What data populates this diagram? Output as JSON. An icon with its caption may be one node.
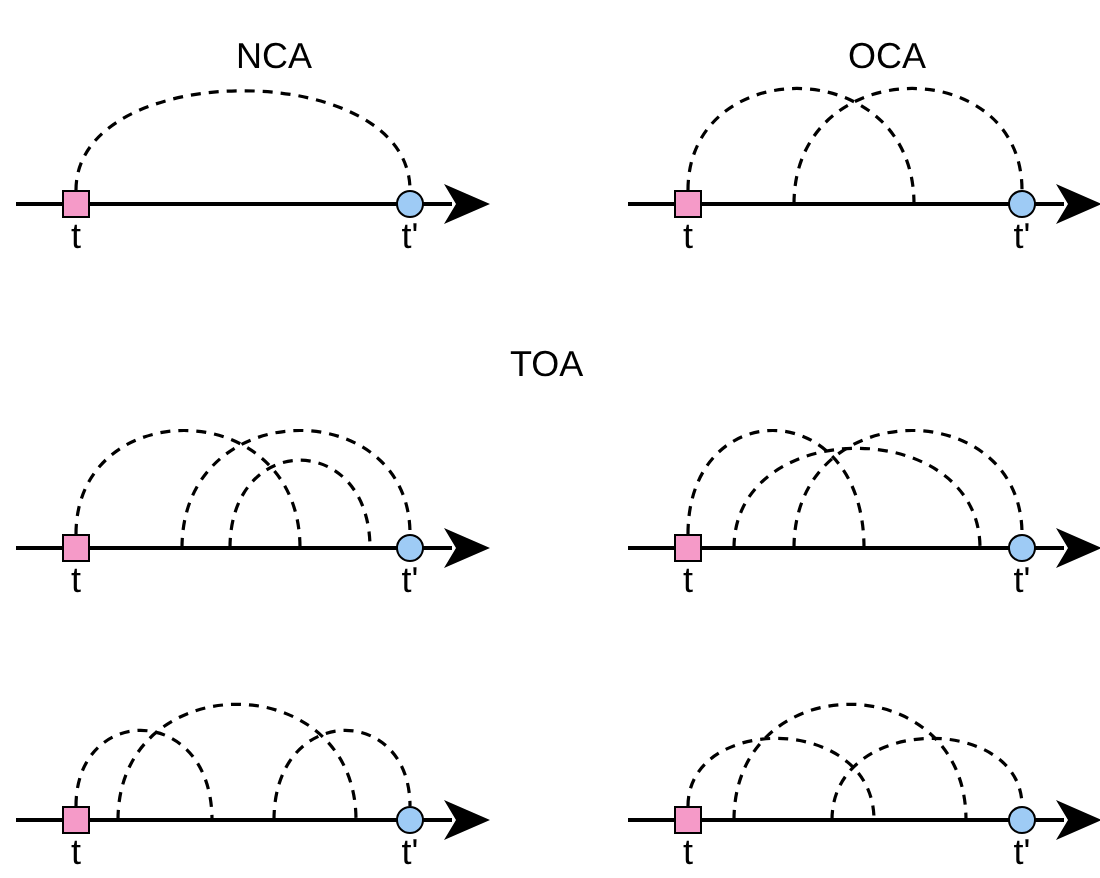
{
  "diagram": {
    "nodes": [
      {
        "text": [],
        "shape": "box",
        "beside": [
          "t"
        ]
      },
      {
        "text": [],
        "shape": "circle",
        "beside": [
          "t'"
        ]
      },
      {
        "text": [],
        "shape": "box",
        "beside": [
          "t"
        ]
      },
      {
        "text": [],
        "shape": "circle",
        "beside": [
          "t'"
        ]
      },
      {
        "text": [],
        "shape": "box",
        "beside": [
          "t"
        ]
      },
      {
        "text": [],
        "shape": "circle",
        "beside": [
          "t'"
        ]
      },
      {
        "text": [],
        "shape": "box",
        "beside": [
          "t"
        ]
      },
      {
        "text": [],
        "shape": "circle",
        "beside": [
          "t'"
        ]
      },
      {
        "text": [],
        "shape": "box",
        "beside": [
          "t"
        ]
      },
      {
        "text": [],
        "shape": "circle",
        "beside": [
          "t'"
        ]
      },
      {
        "text": [],
        "shape": "box",
        "beside": [
          "t"
        ]
      },
      {
        "text": [],
        "shape": "circle",
        "beside": [
          "t'"
        ]
      }
    ],
    "edges": [
      {
        "from": 0,
        "to": 1,
        "arrow": "none",
        "style": "dashed"
      },
      {
        "from": 2,
        "to": null,
        "arrow": "none",
        "style": "dashed"
      },
      {
        "from": null,
        "to": 3,
        "arrow": "none",
        "style": "dashed"
      },
      {
        "from": 4,
        "to": null,
        "arrow": "none",
        "style": "dashed"
      },
      {
        "from": null,
        "to": 5,
        "arrow": "none",
        "style": "dashed"
      },
      {
        "from": 6,
        "to": null,
        "arrow": "none",
        "style": "dashed"
      },
      {
        "from": null,
        "to": 7,
        "arrow": "none",
        "style": "dashed"
      },
      {
        "from": 8,
        "to": null,
        "arrow": "none",
        "style": "dashed"
      },
      {
        "from": null,
        "to": 9,
        "arrow": "none",
        "style": "dashed"
      },
      {
        "from": 10,
        "to": null,
        "arrow": "none",
        "style": "dashed"
      },
      {
        "from": null,
        "to": 11,
        "arrow": "none",
        "style": "dashed"
      }
    ],
    "labels": [
      "NCA",
      "OCA",
      "TOA"
    ]
  }
}
